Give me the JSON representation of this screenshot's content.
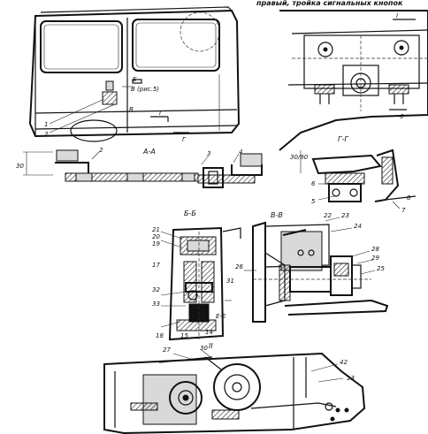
{
  "header": {
    "caption_fragment": "правый, тройка сигнальных кнопок"
  },
  "views": {
    "section_aa": "А-А",
    "section_bb_left": "Б-Б",
    "section_bb_right": "В-В",
    "section_gg": "Г-Г",
    "view_i": "I",
    "view_ii": "II",
    "view_b_note": "В (рис.5)"
  },
  "dimension": {
    "value_left": "30",
    "value_gg": "30/90"
  },
  "callouts": {
    "van_b": "Б",
    "van_v": "В",
    "van_g": "Г",
    "van_1": "1",
    "van_2": "2",
    "aa_2": "2",
    "aa_3": "3",
    "aa_4": "4",
    "gg_5": "5",
    "gg_6": "6",
    "gg_7": "7",
    "gg_8": "8",
    "n18": "18",
    "n19": "19",
    "n20": "20",
    "n21": "21",
    "n22": "22",
    "n23": "23",
    "n24": "24",
    "n25": "25",
    "n26": "26",
    "n27": "27",
    "n28": "28",
    "n29": "29",
    "n30": "30",
    "n31": "31",
    "n32": "32",
    "n33": "33",
    "n17": "17",
    "n42": "42",
    "n13": "13",
    "n15": "15",
    "n14": "14",
    "corner_i": "I",
    "corner_6": "6",
    "note_e": "Е-Е"
  }
}
